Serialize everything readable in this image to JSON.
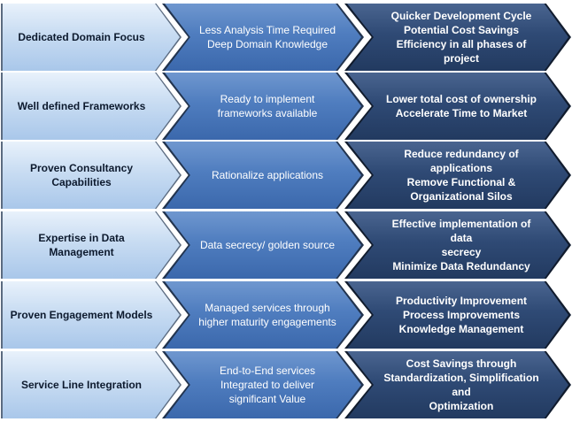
{
  "rows": [
    {
      "capability": "Dedicated Domain Focus",
      "approach": "Less Analysis Time Required\nDeep Domain Knowledge",
      "benefit": "Quicker Development Cycle\nPotential Cost Savings\nEfficiency in all phases of project"
    },
    {
      "capability": "Well defined Frameworks",
      "approach": "Ready to implement\nframeworks available",
      "benefit": "Lower total cost of ownership\nAccelerate Time to Market"
    },
    {
      "capability": "Proven Consultancy Capabilities",
      "approach": "Rationalize applications",
      "benefit": "Reduce redundancy of applications\nRemove Functional &\nOrganizational Silos"
    },
    {
      "capability": "Expertise in Data Management",
      "approach": "Data secrecy/ golden source",
      "benefit": "Effective implementation of data\nsecrecy\nMinimize Data Redundancy"
    },
    {
      "capability": "Proven Engagement Models",
      "approach": "Managed services through\nhigher maturity engagements",
      "benefit": "Productivity Improvement\nProcess Improvements\nKnowledge  Management"
    },
    {
      "capability": "Service Line Integration",
      "approach": "End-to-End services\nIntegrated to deliver\nsignificant Value",
      "benefit": "Cost Savings through\nStandardization, Simplification and\nOptimization"
    }
  ]
}
